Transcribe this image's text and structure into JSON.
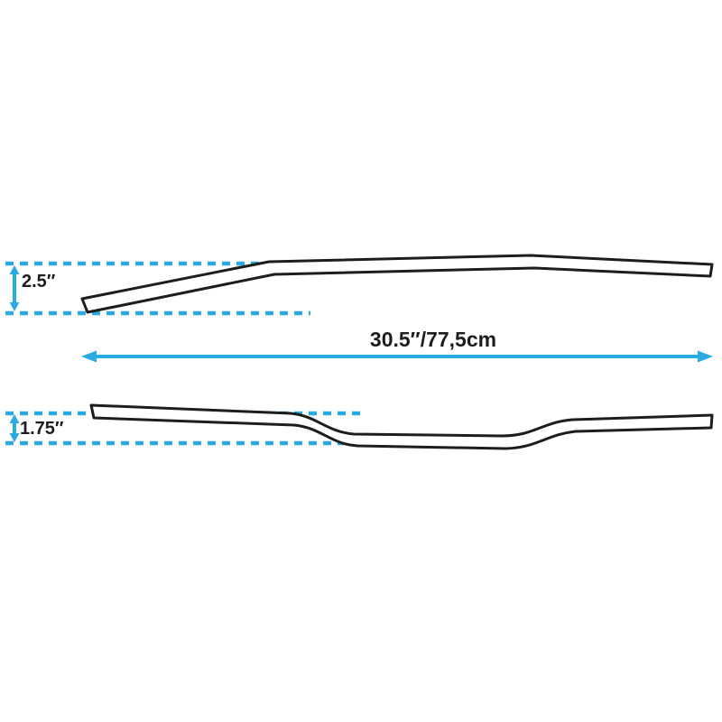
{
  "labels": {
    "top_rise": "2.5″",
    "width": "30.5″/77,5cm",
    "bottom_rise": "1.75″"
  },
  "colors": {
    "accent": "#29abe2",
    "line": "#1d1d1b"
  }
}
